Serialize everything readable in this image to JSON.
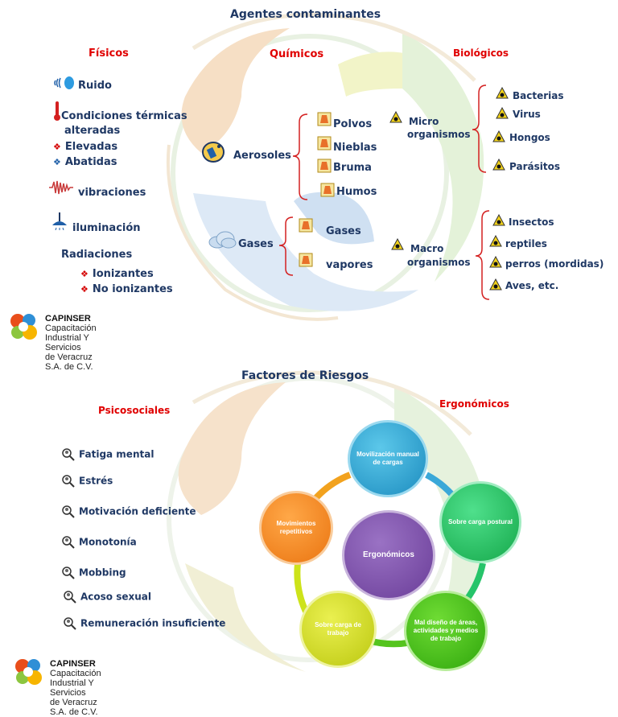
{
  "top": {
    "title": "Agentes contaminantes",
    "fisicos": {
      "heading": "Físicos",
      "items": [
        "Ruido",
        "Condiciones térmicas",
        "alteradas",
        "Elevadas",
        "Abatidas",
        "vibraciones",
        "iluminación"
      ],
      "radiaciones": "Radiaciones",
      "rad_items": [
        "Ionizantes",
        "No ionizantes"
      ]
    },
    "quimicos": {
      "heading": "Químicos",
      "aerosoles": "Aerosoles",
      "aerosol_items": [
        "Polvos",
        "Nieblas",
        "Bruma",
        "Humos"
      ],
      "gases": "Gases",
      "gas_items": [
        "Gases",
        "vapores"
      ]
    },
    "biologicos": {
      "heading": "Biológicos",
      "micro": [
        "Micro",
        "organismos"
      ],
      "micro_items": [
        "Bacterias",
        "Virus",
        "Hongos",
        "Parásitos"
      ],
      "macro": [
        "Macro",
        "organismos"
      ],
      "macro_items": [
        "Insectos",
        "reptiles",
        "perros (mordidas)",
        "Aves, etc."
      ]
    }
  },
  "logo": {
    "brand": "CAPINSER",
    "line1": "Capacitación Industrial Y Servicios",
    "line2": "de Veracruz S.A. de C.V."
  },
  "bottom": {
    "title": "Factores de Riesgos",
    "psicosociales": {
      "heading": "Psicosociales",
      "items": [
        "Fatiga mental",
        "Estrés",
        "Motivación deficiente",
        "Monotonía",
        "Mobbing",
        "Acoso sexual",
        "Remuneración insuficiente"
      ]
    },
    "ergonomicos": {
      "heading": "Ergonómicos",
      "center": "Ergonómicos",
      "nodes": [
        "Movilización manual de cargas",
        "Sobre carga postural",
        "Mal diseño de áreas, actividades y medios de trabajo",
        "Sobre carga de trabajo",
        "Movimientos repetitivos"
      ]
    }
  },
  "colors": {
    "title": "#1f3864",
    "heading_red": "#e00000",
    "node_blue": "#2aa3d0",
    "node_green": "#22c35a",
    "node_lime": "#4cc21c",
    "node_yellow": "#d6e020",
    "node_orange": "#f28a1e",
    "center_purple": "#7b4fa6"
  }
}
